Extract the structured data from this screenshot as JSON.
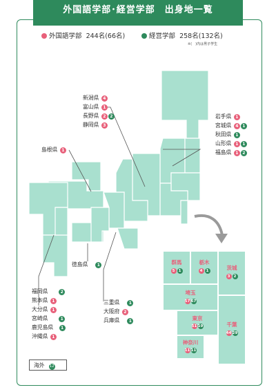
{
  "page": {
    "title": "外国語学部･経営学部　出身地一覧",
    "legend": [
      {
        "name": "外国語学部",
        "count": "244名(66名)",
        "color": "#e8607a"
      },
      {
        "name": "経営学部",
        "count": "258名(132名)",
        "color": "#2e8a5c"
      }
    ],
    "note": "※(　)内は男子学生"
  },
  "colors": {
    "pink": "#e8607a",
    "green": "#2e8a5c",
    "map_fill": "#a9e0cf",
    "frame": "#2e8a5c"
  },
  "prefectures": [
    {
      "name": "新潟県",
      "foreign": "4",
      "business": ""
    },
    {
      "name": "富山県",
      "foreign": "1",
      "business": ""
    },
    {
      "name": "長野県",
      "foreign": "2",
      "business": "2"
    },
    {
      "name": "静岡県",
      "foreign": "3",
      "business": ""
    },
    {
      "name": "島根県",
      "foreign": "1",
      "business": ""
    },
    {
      "name": "岩手県",
      "foreign": "1",
      "business": ""
    },
    {
      "name": "宮城県",
      "foreign": "4",
      "business": "1"
    },
    {
      "name": "秋田県",
      "foreign": "",
      "business": "1"
    },
    {
      "name": "山形県",
      "foreign": "1",
      "business": "1"
    },
    {
      "name": "福島県",
      "foreign": "1",
      "business": "2"
    },
    {
      "name": "徳島県",
      "foreign": "",
      "business": "1"
    },
    {
      "name": "三重県",
      "foreign": "",
      "business": "1"
    },
    {
      "name": "大阪府",
      "foreign": "2",
      "business": ""
    },
    {
      "name": "兵庫県",
      "foreign": "",
      "business": "1"
    },
    {
      "name": "福岡県",
      "foreign": "",
      "business": "2"
    },
    {
      "name": "熊本県",
      "foreign": "1",
      "business": ""
    },
    {
      "name": "大分県",
      "foreign": "1",
      "business": ""
    },
    {
      "name": "宮崎県",
      "foreign": "",
      "business": "1"
    },
    {
      "name": "鹿児島県",
      "foreign": "",
      "business": "1"
    },
    {
      "name": "沖縄県",
      "foreign": "1",
      "business": ""
    }
  ],
  "kanto": [
    {
      "name": "群馬",
      "foreign": "5",
      "business": "1"
    },
    {
      "name": "栃木",
      "foreign": "4",
      "business": "1"
    },
    {
      "name": "茨城",
      "foreign": "3",
      "business": "2"
    },
    {
      "name": "埼玉",
      "foreign": "57",
      "business": "67"
    },
    {
      "name": "東京",
      "foreign": "51",
      "business": "19"
    },
    {
      "name": "千葉",
      "foreign": "44",
      "business": "29"
    },
    {
      "name": "神奈川",
      "foreign": "11",
      "business": "11"
    }
  ],
  "abroad": {
    "label": "海外",
    "business": "12"
  }
}
